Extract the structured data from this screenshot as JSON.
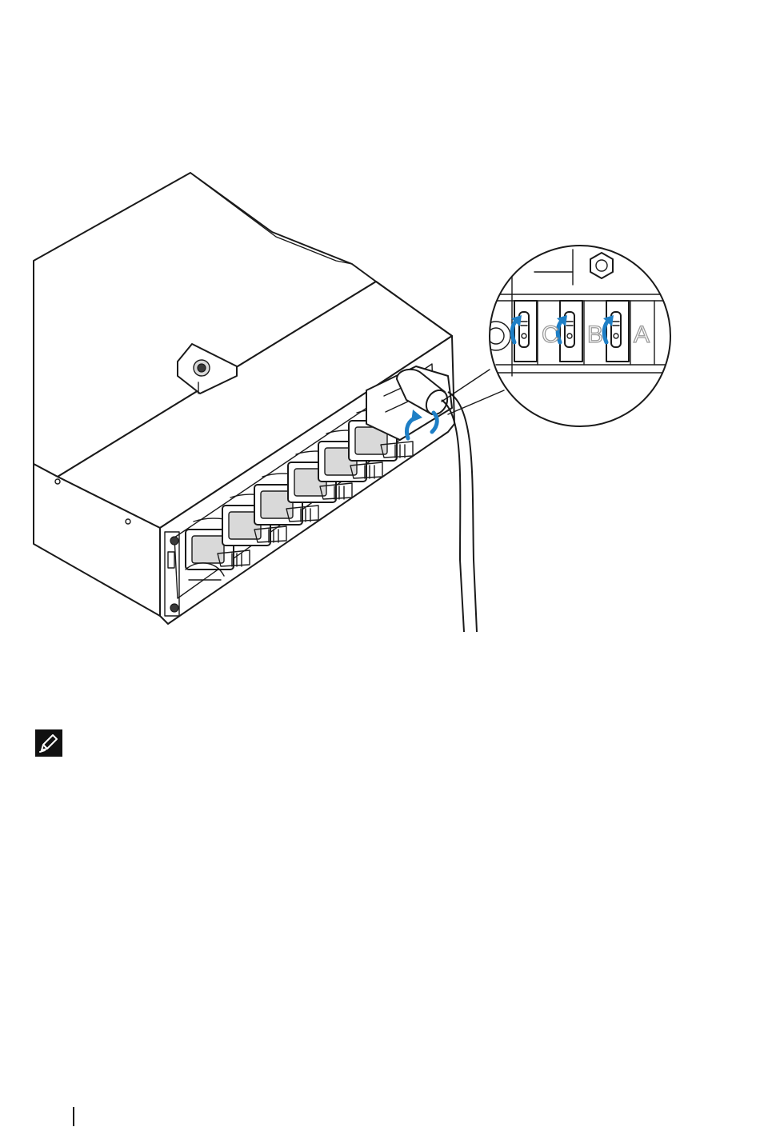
{
  "figure": {
    "callout_labels": [
      "C",
      "B",
      "A"
    ]
  },
  "note": {
    "icon": "note-pencil-icon"
  },
  "colors": {
    "line": "#1a1a1a",
    "accent_arrow": "#1e7fc6",
    "label_outline": "#9a9a9a",
    "background": "#ffffff"
  }
}
